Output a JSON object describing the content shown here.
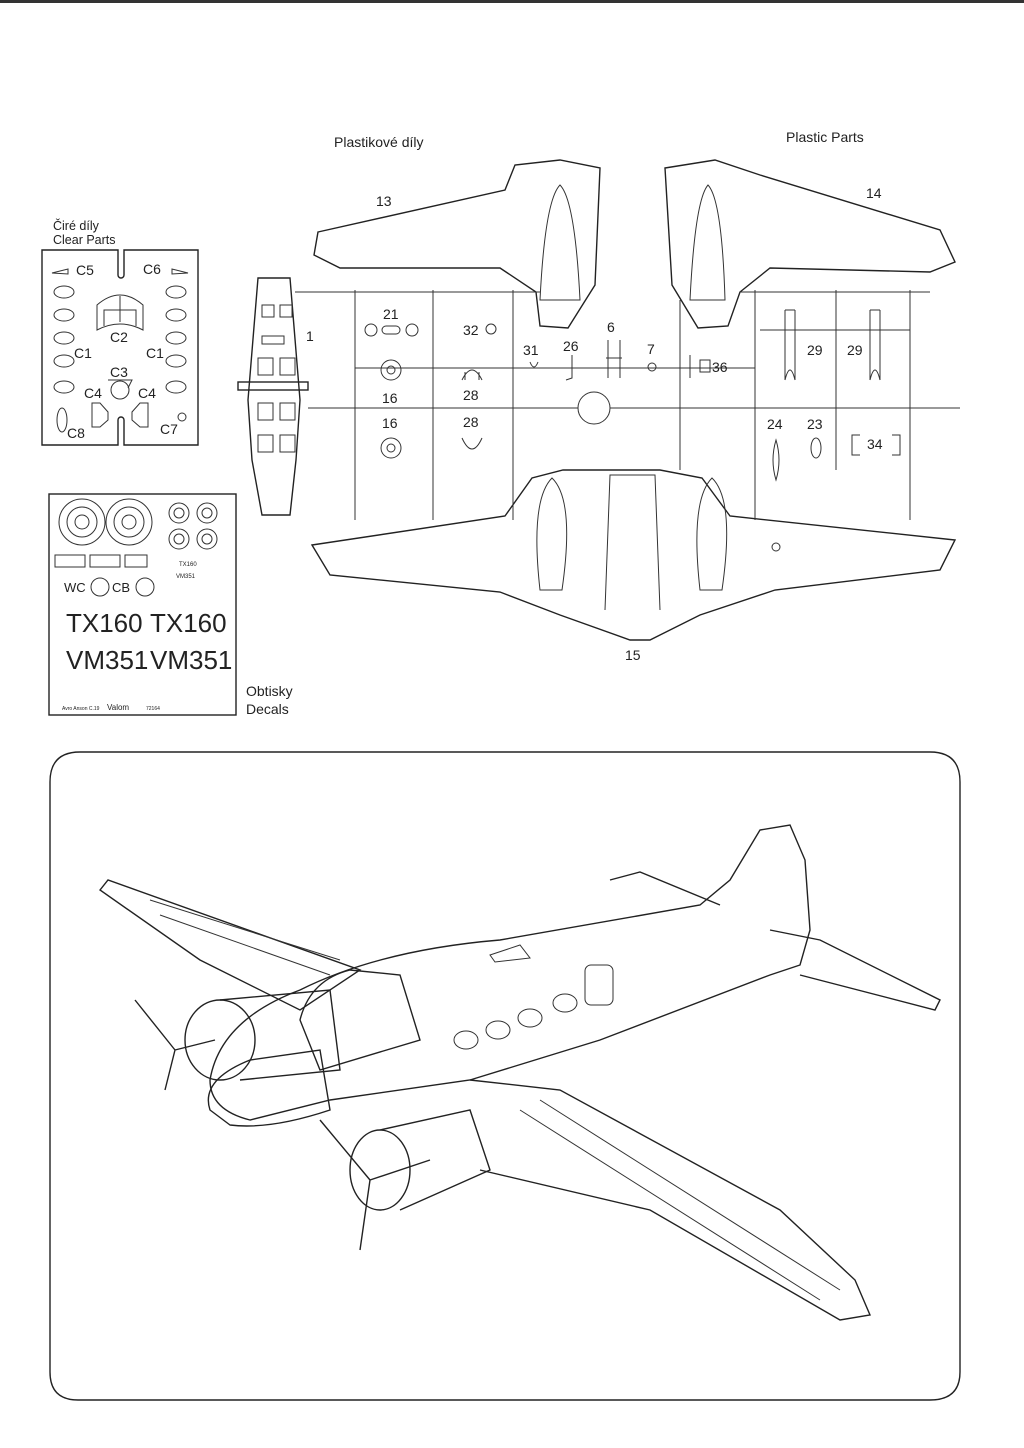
{
  "headings": {
    "plastic_cz": "Plastikové díly",
    "plastic_en": "Plastic Parts",
    "clear_cz": "Čiré díly",
    "clear_en": "Clear Parts",
    "decals_cz": "Obtisky",
    "decals_en": "Decals"
  },
  "clear_parts": [
    "C5",
    "C6",
    "C2",
    "C1",
    "C1",
    "C3",
    "C4",
    "C4",
    "C8",
    "C7"
  ],
  "plastic_parts": {
    "p13": "13",
    "p14": "14",
    "p1": "1",
    "p21": "21",
    "p32": "32",
    "p6": "6",
    "p31": "31",
    "p26": "26",
    "p7": "7",
    "p36": "36",
    "p29a": "29",
    "p29b": "29",
    "p16a": "16",
    "p28a": "28",
    "p16b": "16",
    "p28b": "28",
    "p24": "24",
    "p23": "23",
    "p34": "34",
    "p15": "15"
  },
  "decals": {
    "reg1": "TX160",
    "reg2": "VM351",
    "code1": "WC",
    "code2": "CB",
    "small_reg1": "TX160",
    "small_reg2": "VM351",
    "brand": "Valom",
    "model": "Avro Anson C.19",
    "catalog": "72164"
  }
}
